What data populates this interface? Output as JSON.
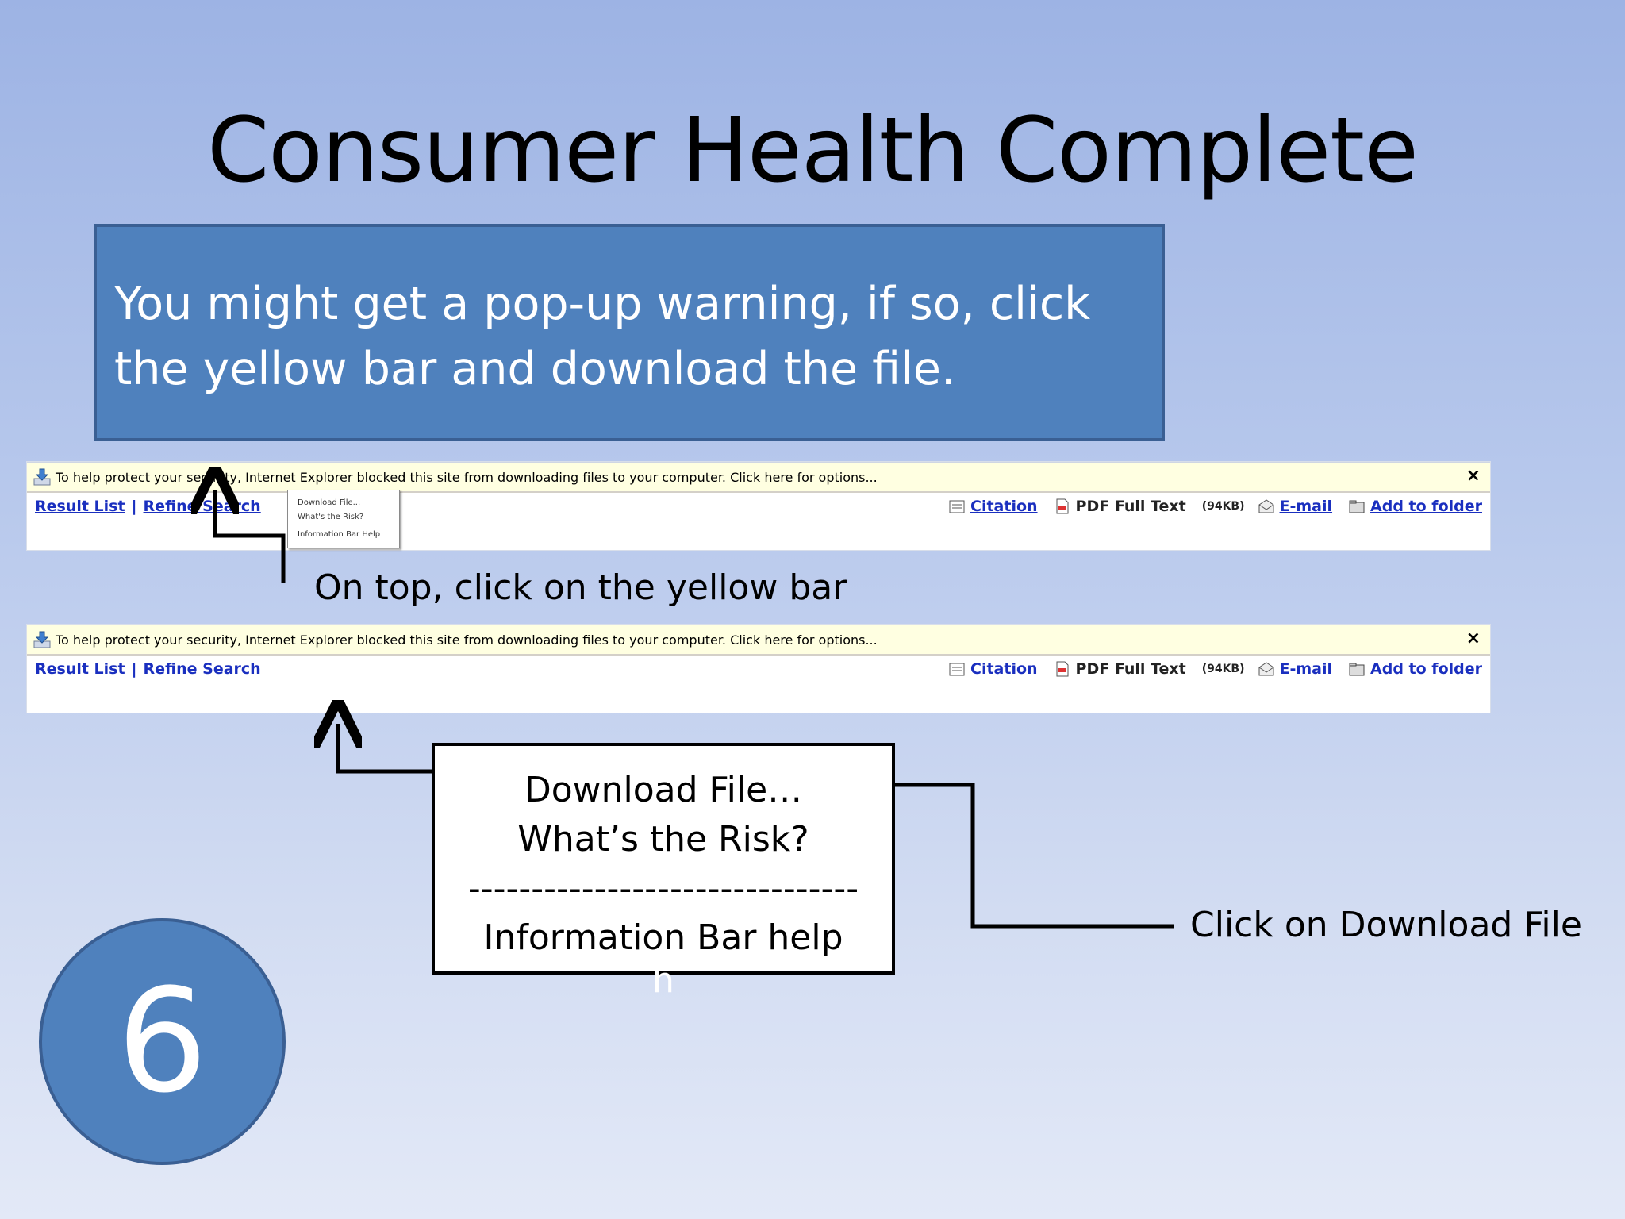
{
  "slide": {
    "title": "Consumer Health Complete",
    "instruction": "You might get a pop-up warning, if so, click the yellow bar and download the file.",
    "slide_number": "6"
  },
  "ie_info_bar": {
    "message": "To help protect your security, Internet Explorer blocked this site from downloading files to your computer. Click here for options...",
    "close_glyph": "×"
  },
  "nav": {
    "result_list": "Result List",
    "separator": "|",
    "refine_search": "Refine Search",
    "citation": "Citation",
    "pdf_full_text": "PDF Full Text",
    "pdf_size": "(94KB)",
    "email": "E-mail",
    "add_to_folder": "Add to folder"
  },
  "popup_menu": {
    "items": [
      "Download File...",
      "What's the Risk?",
      "Information Bar Help"
    ]
  },
  "callouts": {
    "top_instruction": "On top, click on the yellow bar",
    "download_instruction": "Click on Download File",
    "stray_letter": "h"
  },
  "options_box": {
    "line1": "Download File…",
    "line2": "What’s the Risk?",
    "divider": "-------------------------------",
    "line3": "Information Bar help"
  },
  "colors": {
    "accent_blue": "#4f81bd",
    "info_bar_yellow": "#ffffe1",
    "link_blue": "#1a2fbf"
  },
  "icons": [
    "download-shield-icon",
    "close-icon",
    "citation-icon",
    "pdf-icon",
    "email-icon",
    "folder-icon"
  ]
}
